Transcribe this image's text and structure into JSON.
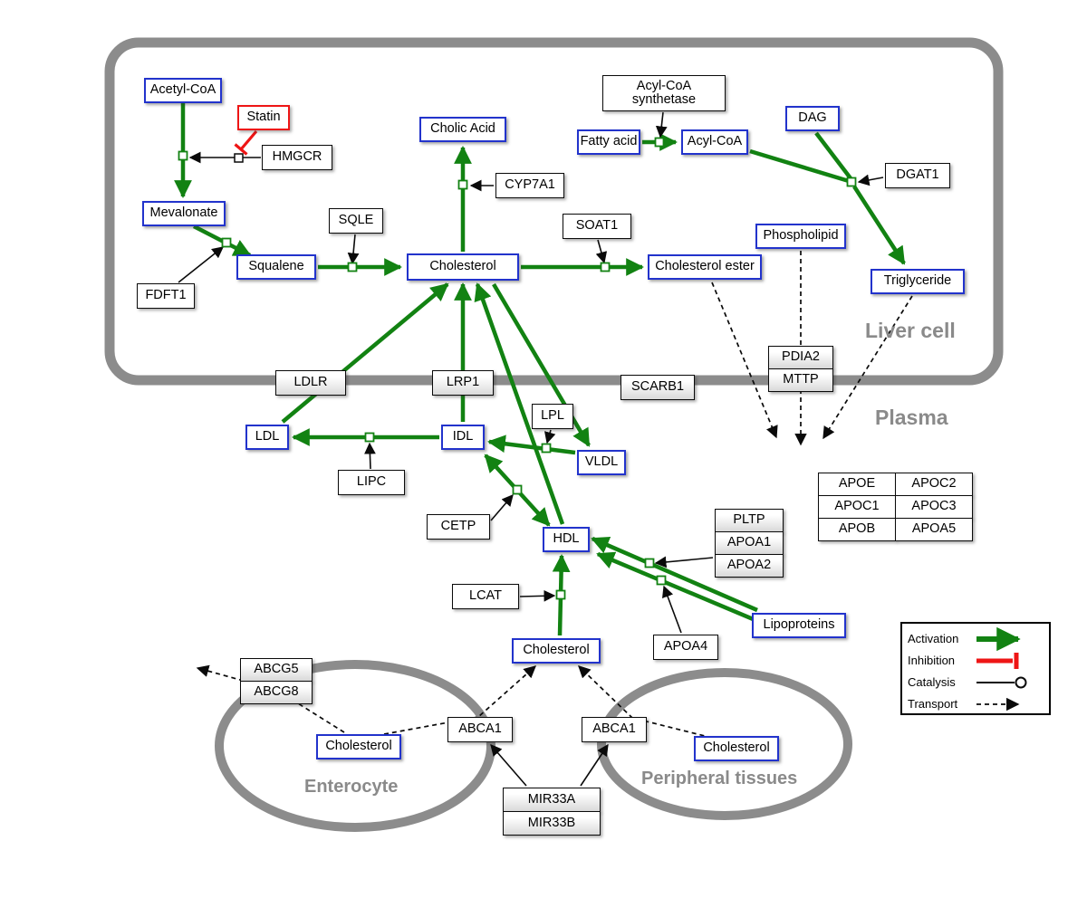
{
  "compartments": {
    "liver": "Liver cell",
    "plasma": "Plasma",
    "enterocyte": "Enterocyte",
    "peripheral": "Peripheral tissues"
  },
  "metabolites": {
    "acetyl_coa": "Acetyl-CoA",
    "mevalonate": "Mevalonate",
    "squalene": "Squalene",
    "cholic_acid": "Cholic Acid",
    "cholesterol_liver": "Cholesterol",
    "cholesterol_ester": "Cholesterol ester",
    "fatty_acid": "Fatty acid",
    "acyl_coa": "Acyl-CoA",
    "dag": "DAG",
    "phospholipid": "Phospholipid",
    "triglyceride": "Triglyceride",
    "ldl": "LDL",
    "idl": "IDL",
    "vldl": "VLDL",
    "hdl": "HDL",
    "cholesterol_plasma": "Cholesterol",
    "cholesterol_enterocyte": "Cholesterol",
    "cholesterol_peripheral": "Cholesterol",
    "lipoproteins": "Lipoproteins"
  },
  "enzymes": {
    "statin": "Statin",
    "hmgcr": "HMGCR",
    "sqle": "SQLE",
    "fdft1": "FDFT1",
    "cyp7a1": "CYP7A1",
    "soat1": "SOAT1",
    "acyl_coa_synthetase_line1": "Acyl-CoA",
    "acyl_coa_synthetase_line2": "synthetase",
    "dgat1": "DGAT1",
    "ldlr": "LDLR",
    "lrp1": "LRP1",
    "scarb1": "SCARB1",
    "pdia2": "PDIA2",
    "mttp": "MTTP",
    "lpl": "LPL",
    "lipc": "LIPC",
    "cetp": "CETP",
    "pltp": "PLTP",
    "apoa1": "APOA1",
    "apoa2": "APOA2",
    "lcat": "LCAT",
    "apoa4": "APOA4",
    "abcg5": "ABCG5",
    "abcg8": "ABCG8",
    "abca1_enterocyte": "ABCA1",
    "abca1_peripheral": "ABCA1",
    "mir33a": "MIR33A",
    "mir33b": "MIR33B"
  },
  "apolipoprotein_table": {
    "rows": [
      [
        "APOE",
        "APOC2"
      ],
      [
        "APOC1",
        "APOC3"
      ],
      [
        "APOB",
        "APOA5"
      ]
    ]
  },
  "legend": {
    "activation": "Activation",
    "inhibition": "Inhibition",
    "catalysis": "Catalysis",
    "transport": "Transport"
  },
  "colors": {
    "activation_green": "#128212",
    "inhibition_red": "#ee1515",
    "metabolite_blue": "#2233cc",
    "membrane_gray": "#8c8c8c"
  }
}
